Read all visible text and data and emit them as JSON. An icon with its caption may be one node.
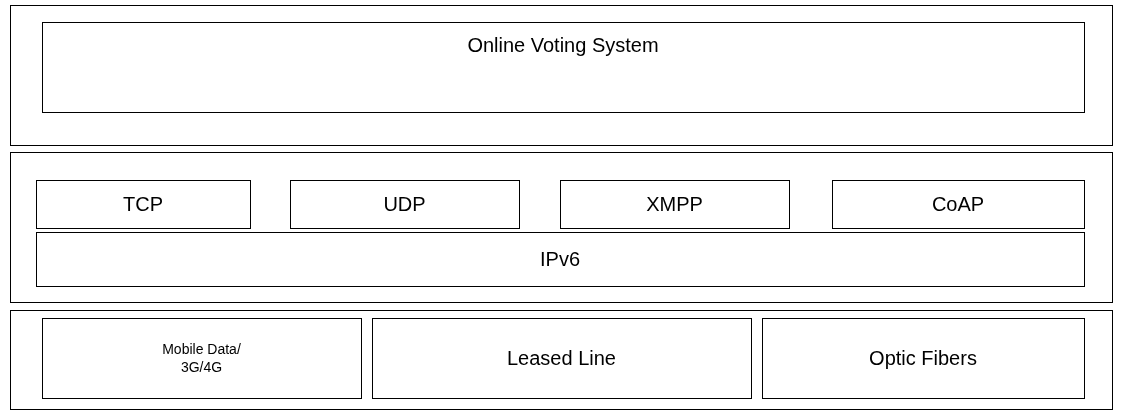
{
  "diagram": {
    "nodes": [
      {
        "text": [],
        "shape": "box"
      },
      {
        "text": [
          "Online Voting System"
        ],
        "in": 0
      },
      {
        "text": [],
        "shape": "box"
      },
      {
        "text": [
          "TCP"
        ],
        "in": 2
      },
      {
        "text": [
          "UDP"
        ],
        "in": 2
      },
      {
        "text": [
          "XMPP"
        ],
        "in": 2
      },
      {
        "text": [
          "CoAP"
        ],
        "in": 2
      },
      {
        "text": [
          "IPv6"
        ],
        "in": 2
      },
      {
        "text": [],
        "shape": "box"
      },
      {
        "text": [
          "Mobile Data/ 3G/4G"
        ],
        "in": 8
      },
      {
        "text": [
          "Leased Line"
        ],
        "in": 8
      },
      {
        "text": [
          "Optic Fibers"
        ],
        "in": 8
      }
    ]
  }
}
